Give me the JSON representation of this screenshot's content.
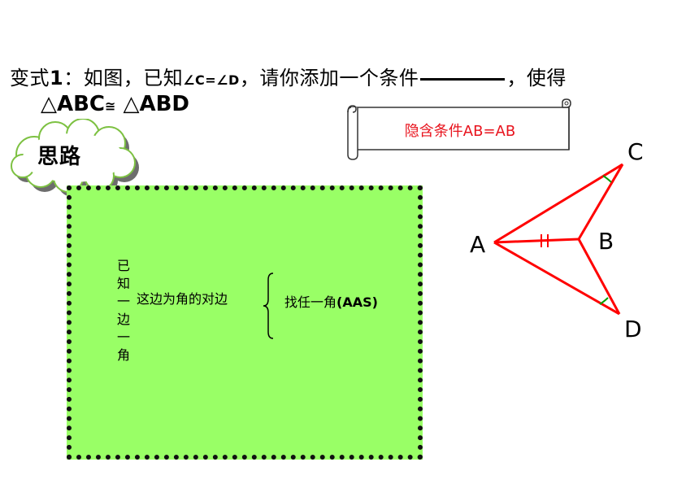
{
  "problem": {
    "prefix": "变式",
    "number": "1",
    "text_a": "：如图，已知",
    "condition": "∠C=∠D",
    "text_b": "，请你添加一个条件",
    "text_c": "，使得",
    "tri1": "△ABC",
    "congruent_symbol": "≅",
    "tri2": "△ABD"
  },
  "scroll": {
    "text": "隐含条件AB=AB"
  },
  "cloud": {
    "label": "思路"
  },
  "green_box": {
    "vertical_chars": [
      "已",
      "知",
      "一",
      "边",
      "一",
      "角"
    ],
    "side_text": "这边为角的对边",
    "result_text": "找任一角",
    "result_bold": "(AAS)"
  },
  "figure": {
    "points": {
      "A": "A",
      "B": "B",
      "C": "C",
      "D": "D"
    },
    "colors": {
      "lines": "#ff0000",
      "angle_marks": "#00a000"
    }
  }
}
